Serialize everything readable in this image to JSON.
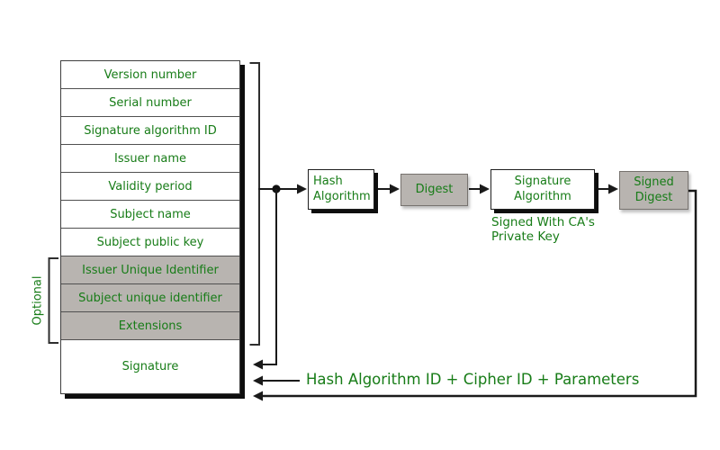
{
  "certificate": {
    "optional_label": "Optional",
    "fields": [
      {
        "label": "Version number",
        "style": "plain"
      },
      {
        "label": "Serial number",
        "style": "plain"
      },
      {
        "label": "Signature algorithm ID",
        "style": "plain"
      },
      {
        "label": "Issuer name",
        "style": "plain"
      },
      {
        "label": "Validity period",
        "style": "plain"
      },
      {
        "label": "Subject name",
        "style": "plain"
      },
      {
        "label": "Subject public key",
        "style": "plain"
      },
      {
        "label": "Issuer Unique Identifier",
        "style": "optional"
      },
      {
        "label": "Subject unique identifier",
        "style": "optional"
      },
      {
        "label": "Extensions",
        "style": "optional"
      },
      {
        "label": "Signature",
        "style": "plain"
      }
    ]
  },
  "flow": {
    "hash_algorithm": {
      "line1": "Hash",
      "line2": "Algorithm"
    },
    "digest": {
      "label": "Digest"
    },
    "signature_algorithm": {
      "line1": "Signature",
      "line2": "Algorithm"
    },
    "signed_digest": {
      "line1": "Signed",
      "line2": "Digest"
    },
    "signed_with_note": {
      "line1": "Signed With CA's",
      "line2": "Private Key"
    }
  },
  "annotations": {
    "signature_contents": "Hash Algorithm ID + Cipher ID + Parameters"
  },
  "colors": {
    "text_green": "#177c17",
    "optional_fill": "#b8b4b0",
    "line": "#1a1a1a",
    "shadow": "#0e0e0e"
  }
}
